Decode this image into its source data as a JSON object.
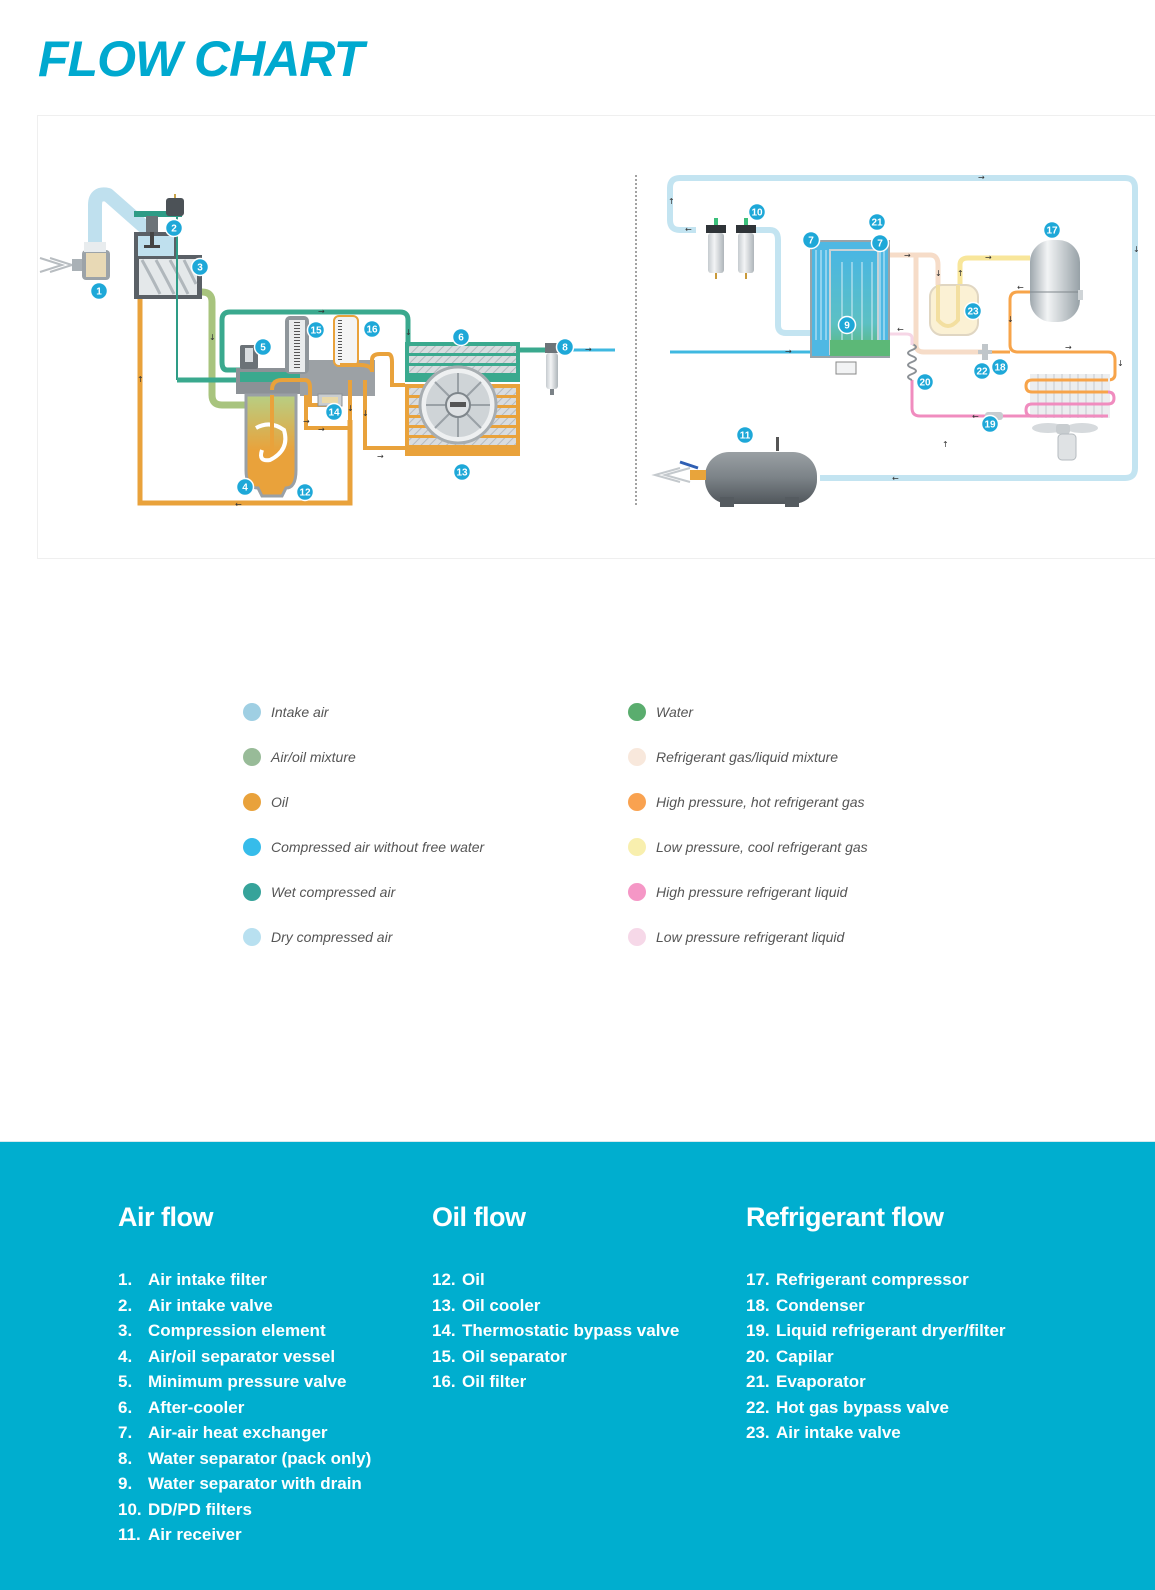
{
  "page": {
    "title": "FLOW CHART"
  },
  "diagram": {
    "badges": [
      {
        "id": "1",
        "label": "1"
      },
      {
        "id": "2",
        "label": "2"
      },
      {
        "id": "3",
        "label": "3"
      },
      {
        "id": "4",
        "label": "4"
      },
      {
        "id": "5",
        "label": "5"
      },
      {
        "id": "6",
        "label": "6"
      },
      {
        "id": "7a",
        "label": "7"
      },
      {
        "id": "7b",
        "label": "7"
      },
      {
        "id": "8",
        "label": "8"
      },
      {
        "id": "9",
        "label": "9"
      },
      {
        "id": "10",
        "label": "10"
      },
      {
        "id": "11",
        "label": "11"
      },
      {
        "id": "12",
        "label": "12"
      },
      {
        "id": "13",
        "label": "13"
      },
      {
        "id": "14",
        "label": "14"
      },
      {
        "id": "15",
        "label": "15"
      },
      {
        "id": "16",
        "label": "16"
      },
      {
        "id": "17",
        "label": "17"
      },
      {
        "id": "18",
        "label": "18"
      },
      {
        "id": "19",
        "label": "19"
      },
      {
        "id": "20",
        "label": "20"
      },
      {
        "id": "21",
        "label": "21"
      },
      {
        "id": "22",
        "label": "22"
      },
      {
        "id": "23",
        "label": "23"
      }
    ],
    "colors": {
      "intake_air": "#a9d6e8",
      "air_oil": "#a8c47e",
      "oil": "#e9a23b",
      "compressed_air": "#3fb8e0",
      "wet_air": "#3aa98e",
      "dry_air": "#c3e4f1",
      "water": "#5aad6e",
      "ref_mix": "#f6dcc8",
      "ref_hot_gas": "#f7a44a",
      "ref_cool_gas": "#f8e69a",
      "ref_hp_liquid": "#f08cbf",
      "ref_lp_liquid": "#f6d6e6",
      "badge": "#1ea8d8",
      "machine_grey": "#8c9196"
    }
  },
  "legend": {
    "left": [
      {
        "label": "Intake air",
        "color": "#9fcfe3"
      },
      {
        "label": "Air/oil mixture",
        "color": "#98bb98"
      },
      {
        "label": "Oil",
        "color": "#e9a23b"
      },
      {
        "label": "Compressed air without free water",
        "color": "#36bcea"
      },
      {
        "label": "Wet compressed air",
        "color": "#36a39a"
      },
      {
        "label": "Dry compressed air",
        "color": "#b8e0f0"
      }
    ],
    "right": [
      {
        "label": "Water",
        "color": "#5aad6e"
      },
      {
        "label": "Refrigerant gas/liquid mixture",
        "color": "#f8e8dc"
      },
      {
        "label": "High pressure, hot refrigerant gas",
        "color": "#f9a250"
      },
      {
        "label": "Low pressure, cool refrigerant gas",
        "color": "#f8efae"
      },
      {
        "label": "High pressure refrigerant liquid",
        "color": "#f597c6"
      },
      {
        "label": "Low pressure refrigerant liquid",
        "color": "#f6d8e8"
      }
    ]
  },
  "parts": {
    "air_flow": {
      "heading": "Air flow",
      "items": [
        {
          "num": "1.",
          "label": "Air intake filter"
        },
        {
          "num": "2.",
          "label": "Air intake valve"
        },
        {
          "num": "3.",
          "label": "Compression element"
        },
        {
          "num": "4.",
          "label": "Air/oil separator vessel"
        },
        {
          "num": "5.",
          "label": "Minimum pressure valve"
        },
        {
          "num": "6.",
          "label": "After-cooler"
        },
        {
          "num": "7.",
          "label": "Air-air heat exchanger"
        },
        {
          "num": "8.",
          "label": "Water separator (pack only)"
        },
        {
          "num": "9.",
          "label": "Water separator with drain"
        },
        {
          "num": "10.",
          "label": "DD/PD filters"
        },
        {
          "num": "11.",
          "label": "Air receiver"
        }
      ]
    },
    "oil_flow": {
      "heading": "Oil flow",
      "items": [
        {
          "num": "12.",
          "label": "Oil"
        },
        {
          "num": "13.",
          "label": "Oil cooler"
        },
        {
          "num": "14.",
          "label": "Thermostatic bypass valve"
        },
        {
          "num": "15.",
          "label": "Oil separator"
        },
        {
          "num": "16.",
          "label": "Oil filter"
        }
      ]
    },
    "refrigerant_flow": {
      "heading": "Refrigerant flow",
      "items": [
        {
          "num": "17.",
          "label": "Refrigerant compressor"
        },
        {
          "num": "18.",
          "label": "Condenser"
        },
        {
          "num": "19.",
          "label": "Liquid refrigerant dryer/filter"
        },
        {
          "num": "20.",
          "label": "Capilar"
        },
        {
          "num": "21.",
          "label": "Evaporator"
        },
        {
          "num": "22.",
          "label": "Hot gas bypass valve"
        },
        {
          "num": "23.",
          "label": "Air intake valve"
        }
      ]
    }
  }
}
